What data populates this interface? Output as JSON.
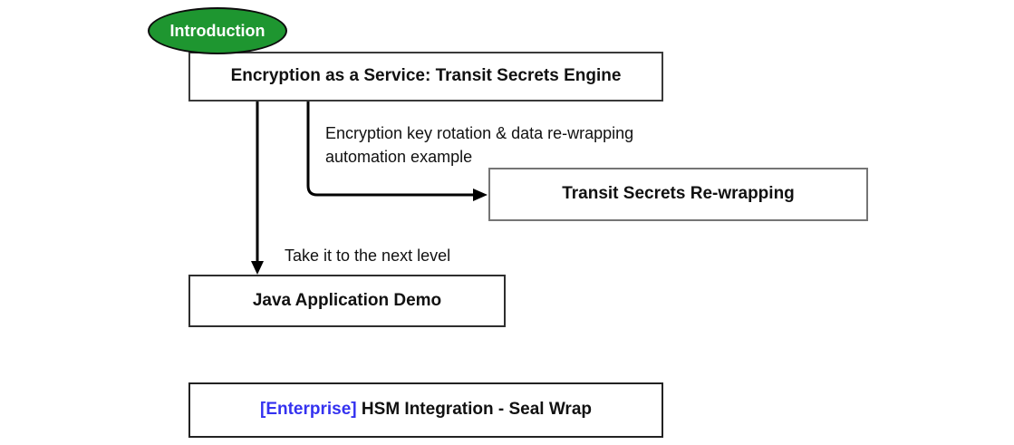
{
  "diagram": {
    "background_color": "#ffffff",
    "arrow_color": "#000000",
    "nodes": {
      "introduction": {
        "shape": "ellipse",
        "label": "Introduction",
        "fill_color": "#1E9630",
        "text_color": "#ffffff"
      },
      "transit_engine": {
        "shape": "rectangle",
        "label": "Encryption as a Service: Transit Secrets Engine"
      },
      "transit_rewrapping": {
        "shape": "rectangle",
        "label": "Transit Secrets Re-wrapping"
      },
      "java_demo": {
        "shape": "rectangle",
        "label": "Java Application Demo"
      },
      "hsm_seal_wrap": {
        "shape": "rectangle",
        "prefix": "[Enterprise]",
        "prefix_color": "#3432F0",
        "label": " HSM Integration - Seal Wrap"
      }
    },
    "edges": {
      "to_rewrapping": {
        "from": "transit_engine",
        "to": "transit_rewrapping",
        "label": "Encryption key rotation & data re-wrapping\nautomation example"
      },
      "to_java_demo": {
        "from": "transit_engine",
        "to": "java_demo",
        "label": "Take it to the next level"
      }
    }
  }
}
